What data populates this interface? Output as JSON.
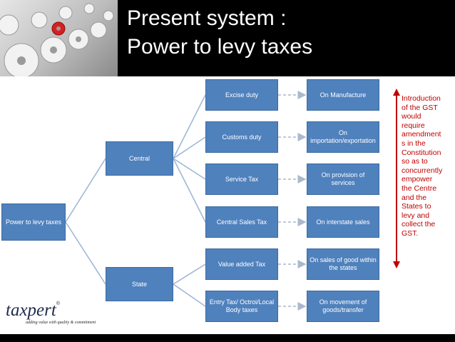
{
  "title": {
    "line1": "Present system :",
    "line2": "Power to levy taxes"
  },
  "root": {
    "label": "Power to levy taxes"
  },
  "branches": [
    {
      "label": "Central",
      "taxes": [
        {
          "tax": "Excise duty",
          "basis": "On Manufacture"
        },
        {
          "tax": "Customs duty",
          "basis": "On importation/exportation"
        },
        {
          "tax": "Service Tax",
          "basis": "On provision of services"
        },
        {
          "tax": "Central Sales Tax",
          "basis": "On interstate sales"
        }
      ]
    },
    {
      "label": "State",
      "taxes": [
        {
          "tax": "Value added Tax",
          "basis": "On sales of good within the states"
        },
        {
          "tax": "Entry Tax/ Octroi/Local Body taxes",
          "basis": "On movement of goods/transfer"
        }
      ]
    }
  ],
  "note": "Introduction of the GST would require amendments in the Constitution so as to concurrently empower the Centre and the States to levy and collect the GST.",
  "logo": {
    "word": "taxpert",
    "registered": "®",
    "tagline": "adding value with quality & commitment"
  },
  "colors": {
    "box_fill": "#4f81bd",
    "connector": "#9fb7d8",
    "note_text": "#c00000",
    "note_arrow": "#c00000",
    "header_band": "#000000"
  }
}
